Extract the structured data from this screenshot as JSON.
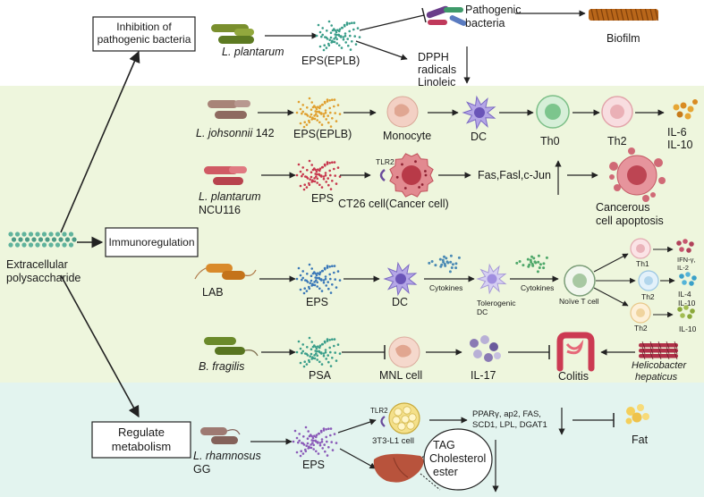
{
  "colors": {
    "band_top": "#ffffff",
    "band_mid": "#eef6dd",
    "band_bottom": "#e3f4ef",
    "arrow": "#222222"
  },
  "categories": {
    "inhibition": "Inhibition of\npathogenic bacteria",
    "immunoregulation": "Immunoregulation",
    "metabolism": "Regulate\nmetabolism"
  },
  "source": {
    "label": "Extracellular\npolysaccharide"
  },
  "row1": {
    "bacterium": "L. plantarum",
    "eps": "EPS(EPLB)",
    "target": "Pathogenic\nbacteria",
    "outcome": "Biofilm",
    "radicals": "DPPH\nradicals\nLinoleic"
  },
  "row2": {
    "bacterium": "L. johsonnii",
    "strain": " 142",
    "eps": "EPS(EPLB)",
    "monocyte": "Monocyte",
    "dc": "DC",
    "th0": "Th0",
    "th2": "Th2",
    "cytokines": "IL-6\nIL-10"
  },
  "row3": {
    "bacterium": "L. plantarum",
    "strain": "NCU116",
    "eps": "EPS",
    "receptor": "TLR2",
    "cell": "CT26 cell(Cancer cell)",
    "genes": "Fas,Fasl,c-Jun",
    "outcome": "Cancerous\ncell apoptosis"
  },
  "row4": {
    "bacterium": "LAB",
    "eps": "EPS",
    "dc": "DC",
    "cytokines1": "Cytokines",
    "tolerogenic": "Tolerogenic\nDC",
    "cytokines2": "Cytokines",
    "naive": "Noïve T cell",
    "th1": "Th1",
    "th1_out": "IFN-γ,\nIL-2",
    "th2a": "Th2",
    "th2a_out": "IL-4\nIL-10",
    "th2b": "Th2",
    "th2b_out": "IL-10"
  },
  "row5": {
    "bacterium": "B. fragilis",
    "psa": "PSA",
    "mnl": "MNL cell",
    "il17": "IL-17",
    "colitis": "Colitis",
    "helico": "Helicobacter\nhepaticus"
  },
  "row6": {
    "bacterium": "L. rhamnosus",
    "strain": "GG",
    "eps": "EPS",
    "receptor": "TLR2",
    "cell": "3T3-L1 cell",
    "genes": "PPARγ, ap2, FAS,\nSCD1, LPL, DGAT1",
    "fat": "Fat",
    "tag": "TAG\nCholesterol\nester"
  }
}
